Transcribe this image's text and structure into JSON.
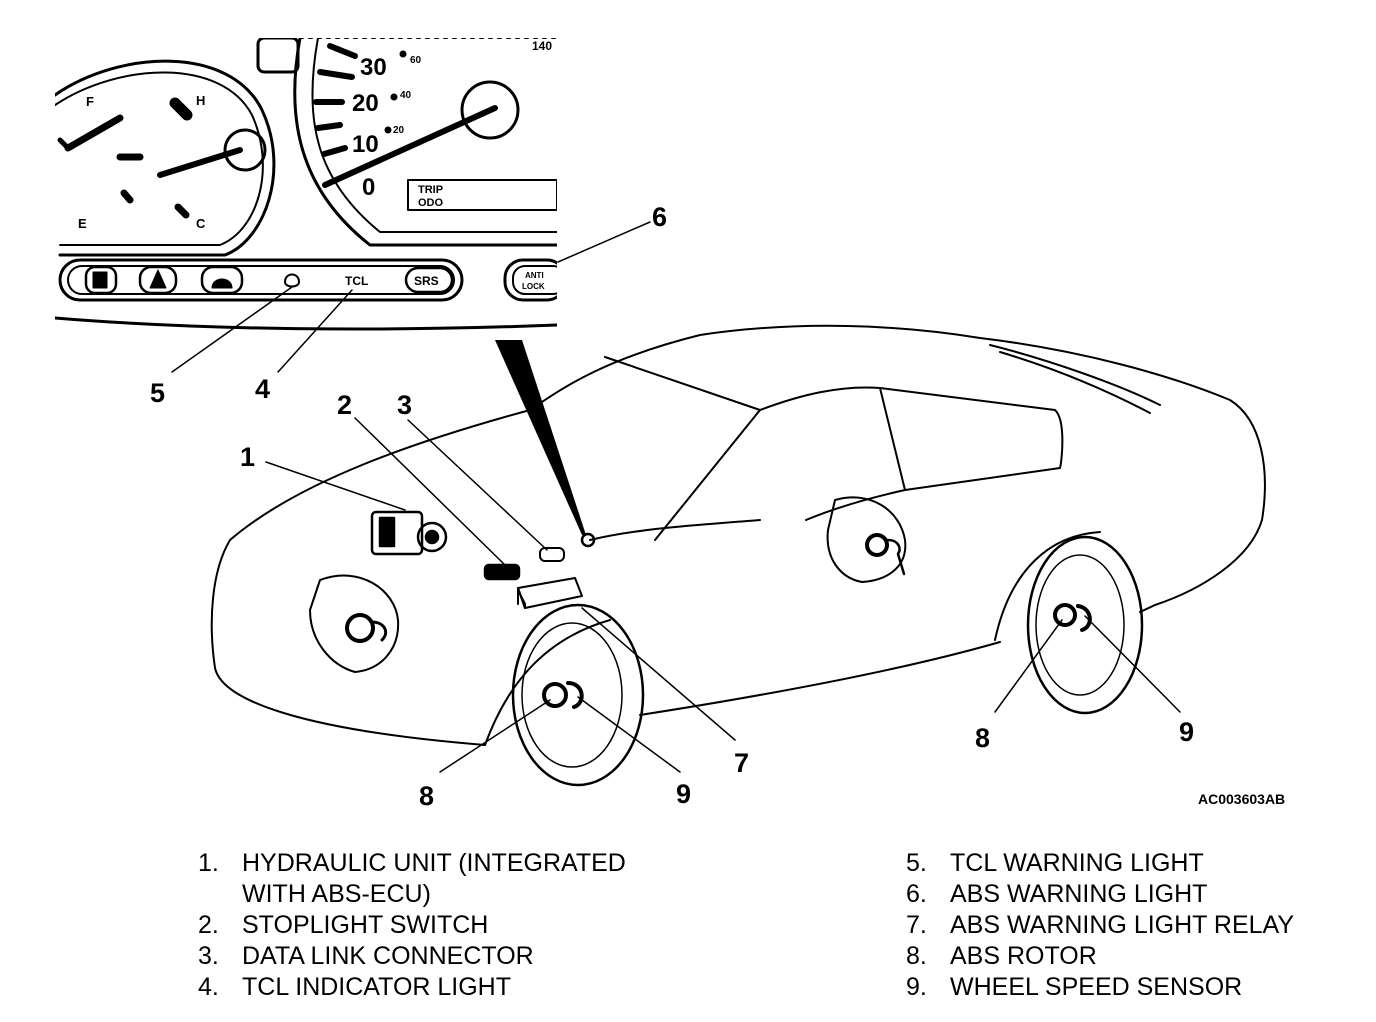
{
  "diagram": {
    "figure_id": "AC003603AB",
    "gauge_text": {
      "fuel_full": "F",
      "fuel_empty": "E",
      "temp_hot": "H",
      "temp_cold": "C",
      "speed_30": "30",
      "speed_20": "20",
      "speed_10": "10",
      "speed_0": "0",
      "mph_60": "60",
      "mph_40": "40",
      "mph_20": "20",
      "speed_140": "140",
      "trip": "TRIP",
      "odo": "ODO",
      "tcl": "TCL",
      "srs": "SRS",
      "anti": "ANTI",
      "lock": "LOCK"
    },
    "callouts": {
      "c1": "1",
      "c2": "2",
      "c3": "3",
      "c4": "4",
      "c5": "5",
      "c6": "6",
      "c7": "7",
      "c8_front": "8",
      "c9_front": "9",
      "c8_rear": "8",
      "c9_rear": "9"
    }
  },
  "legend": {
    "left": [
      {
        "num": "1.",
        "text": "HYDRAULIC UNIT (INTEGRATED WITH ABS-ECU)"
      },
      {
        "num": "2.",
        "text": "STOPLIGHT SWITCH"
      },
      {
        "num": "3.",
        "text": "DATA LINK CONNECTOR"
      },
      {
        "num": "4.",
        "text": "TCL INDICATOR LIGHT"
      }
    ],
    "right": [
      {
        "num": "5.",
        "text": "TCL WARNING LIGHT"
      },
      {
        "num": "6.",
        "text": "ABS WARNING LIGHT"
      },
      {
        "num": "7.",
        "text": "ABS WARNING LIGHT RELAY"
      },
      {
        "num": "8.",
        "text": "ABS ROTOR"
      },
      {
        "num": "9.",
        "text": "WHEEL SPEED SENSOR"
      }
    ]
  }
}
